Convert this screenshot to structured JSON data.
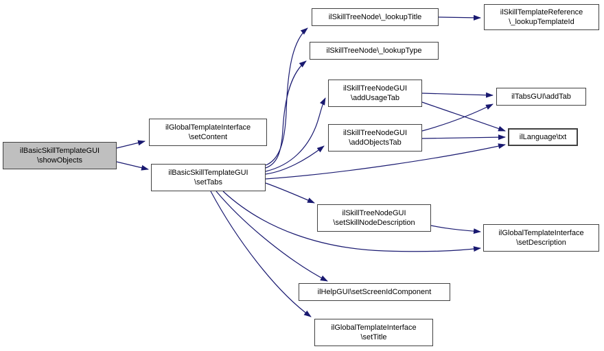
{
  "diagram_type": "doxygen-call-graph",
  "colors": {
    "edge_color": "#191970",
    "node_fill": "#ffffff",
    "node_border": "#404040",
    "current_fill": "#bfbfbf",
    "text_color": "#000000",
    "background": "#ffffff"
  },
  "nodes": {
    "showObjects": {
      "lines": [
        "ilBasicSkillTemplateGUI",
        "\\showObjects"
      ],
      "current": true
    },
    "setContent": {
      "lines": [
        "ilGlobalTemplateInterface",
        "\\setContent"
      ]
    },
    "setTabs": {
      "lines": [
        "ilBasicSkillTemplateGUI",
        "\\setTabs"
      ]
    },
    "lookupTitle": {
      "lines": [
        "ilSkillTreeNode\\_lookupTitle"
      ]
    },
    "lookupType": {
      "lines": [
        "ilSkillTreeNode\\_lookupType"
      ]
    },
    "addUsageTab": {
      "lines": [
        "ilSkillTreeNodeGUI",
        "\\addUsageTab"
      ]
    },
    "addObjectsTab": {
      "lines": [
        "ilSkillTreeNodeGUI",
        "\\addObjectsTab"
      ]
    },
    "lookupTemplateId": {
      "lines": [
        "ilSkillTemplateReference",
        "\\_lookupTemplateId"
      ]
    },
    "addTab": {
      "lines": [
        "ilTabsGUI\\addTab"
      ]
    },
    "txt": {
      "lines": [
        "ilLanguage\\txt"
      ]
    },
    "setSkillNodeDescription": {
      "lines": [
        "ilSkillTreeNodeGUI",
        "\\setSkillNodeDescription"
      ]
    },
    "setDescription": {
      "lines": [
        "ilGlobalTemplateInterface",
        "\\setDescription"
      ]
    },
    "setScreenIdComponent": {
      "lines": [
        "ilHelpGUI\\setScreenIdComponent"
      ]
    },
    "setTitle": {
      "lines": [
        "ilGlobalTemplateInterface",
        "\\setTitle"
      ]
    }
  },
  "edges": [
    {
      "from": "showObjects",
      "to": "setContent"
    },
    {
      "from": "showObjects",
      "to": "setTabs"
    },
    {
      "from": "setTabs",
      "to": "lookupTitle"
    },
    {
      "from": "setTabs",
      "to": "lookupType"
    },
    {
      "from": "setTabs",
      "to": "addUsageTab"
    },
    {
      "from": "setTabs",
      "to": "addObjectsTab"
    },
    {
      "from": "setTabs",
      "to": "txt"
    },
    {
      "from": "setTabs",
      "to": "setSkillNodeDescription"
    },
    {
      "from": "setTabs",
      "to": "setDescription"
    },
    {
      "from": "setTabs",
      "to": "setScreenIdComponent"
    },
    {
      "from": "setTabs",
      "to": "setTitle"
    },
    {
      "from": "lookupTitle",
      "to": "lookupTemplateId"
    },
    {
      "from": "addUsageTab",
      "to": "addTab"
    },
    {
      "from": "addUsageTab",
      "to": "txt"
    },
    {
      "from": "addObjectsTab",
      "to": "addTab"
    },
    {
      "from": "addObjectsTab",
      "to": "txt"
    },
    {
      "from": "setSkillNodeDescription",
      "to": "setDescription"
    }
  ]
}
